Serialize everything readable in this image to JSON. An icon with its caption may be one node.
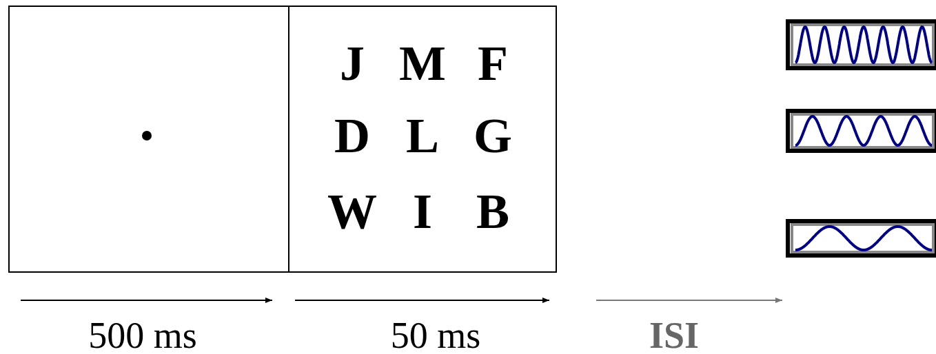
{
  "diagram": {
    "nodes": [
      {
        "text": [],
        "shape": "box"
      },
      {
        "text": [
          "J",
          "M",
          "F",
          "D",
          "L",
          "G",
          "W",
          "I",
          "B"
        ]
      },
      {
        "text": [],
        "shape": "picture"
      },
      {
        "text": [],
        "shape": "picture"
      },
      {
        "text": [],
        "shape": "picture"
      }
    ],
    "edges": [],
    "labels": [
      "500 ms",
      "50 ms",
      "ISI"
    ]
  }
}
